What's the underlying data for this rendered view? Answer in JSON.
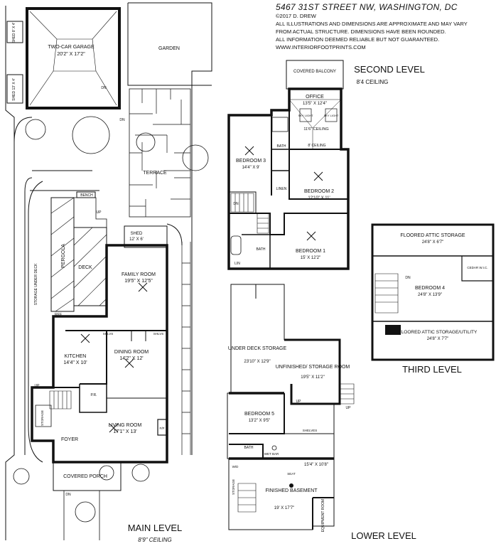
{
  "header": {
    "address": "5467 31ST STREET NW, WASHINGTON, DC",
    "copyright": "©2017 D. DREW",
    "disclaimer_1": "ALL ILLUSTRATIONS AND DIMENSIONS ARE APPROXIMATE AND MAY VARY",
    "disclaimer_2": "FROM ACTUAL STRUCTURE. DIMENSIONS HAVE BEEN ROUNDED.",
    "disclaimer_3": "ALL INFORMATION DEEMED RELIABLE BUT NOT GUARANTEED.",
    "website": "WWW.INTERIORFOOTPRINTS.COM"
  },
  "main_level": {
    "title": "MAIN LEVEL",
    "ceiling": "8'9\" CEILING",
    "garage_name": "TWO-CAR GARAGE",
    "garage_dim": "20'2\" X 17'2\"",
    "shed1": "SHED 8' X 4'",
    "shed2": "SHED 13' X 4'",
    "garden": "GARDEN",
    "terrace": "TERRACE",
    "bench": "BENCH",
    "shed3_name": "SHED",
    "shed3_dim": "12' X 6'",
    "storage": "STORAGE UNDER DECK",
    "pergola": "PERGOLA",
    "deck": "DECK",
    "family_name": "FAMILY ROOM",
    "family_dim": "19'5\" X 12'5\"",
    "ref": "REF",
    "kitchen_name": "KITCHEN",
    "kitchen_dim": "14'4\" X 10'",
    "dining_name": "DINING ROOM",
    "dining_dim": "14'2\" X 12'",
    "living_name": "LIVING ROOM",
    "living_dim": "17'1\" X 13'",
    "foyer": "FOYER",
    "porch": "COVERED PORCH",
    "shlvs": "SHLVS",
    "pr": "P.R.",
    "fp": "F/P",
    "storage_stair": "STORAGE",
    "dn": "DN",
    "up": "UP"
  },
  "second_level": {
    "title": "SECOND LEVEL",
    "ceiling": "8'4 CEILING",
    "balcony": "COVERED BALCONY",
    "office_name": "OFFICE",
    "office_dim": "13'5\" X 12'4\"",
    "office_ceiling": "11'6\" CEILING",
    "skylight": "SKY LIGHT",
    "bath": "BATH",
    "b_ceiling": "8' CEILING",
    "bed3_name": "BEDROOM 3",
    "bed3_dim": "14'4\" X 9'",
    "linen": "LINEN",
    "bed2_name": "BEDROOM 2",
    "bed2_dim": "12'10\" X 11'",
    "bed1_name": "BEDROOM 1",
    "bed1_dim": "15' X 12'2\"",
    "lin": "LIN",
    "dn": "DN"
  },
  "third_level": {
    "title": "THIRD LEVEL",
    "attic1_name": "FLOORED ATTIC STORAGE",
    "attic1_dim": "24'8\" X 6'7\"",
    "bed4_name": "BEDROOM 4",
    "bed4_dim": "24'8\" X 13'9\"",
    "cedar": "CEDAR W.I.C.",
    "attic2_name": "FLOORED ATTIC STORAGE/UTILITY",
    "attic2_dim": "24'8\" X 7'7\"",
    "dn": "DN"
  },
  "lower_level": {
    "title": "LOWER LEVEL",
    "underdeck_name": "UNDER DECK STORAGE",
    "underdeck_dim": "23'10\" X 12'9\"",
    "unfinished_name": "UNFINISHED/ STORAGE ROOM",
    "unfinished_dim": "19'5\" X 11'2\"",
    "bed5_name": "BEDROOM 5",
    "bed5_dim": "13'2\" X 9'5\"",
    "bath": "BATH",
    "wetbar": "WET BAR",
    "shelves": "SHELVES",
    "seat": "SEAT",
    "basement_dim": "15'4\" X 10'8\"",
    "basement_name": "FINISHED BASEMENT",
    "basement_dim2": "19' X 17'7\"",
    "storage": "STORAGE",
    "equipment": "EQUIPMENT ROOM",
    "wd": "W/D",
    "up": "UP"
  }
}
